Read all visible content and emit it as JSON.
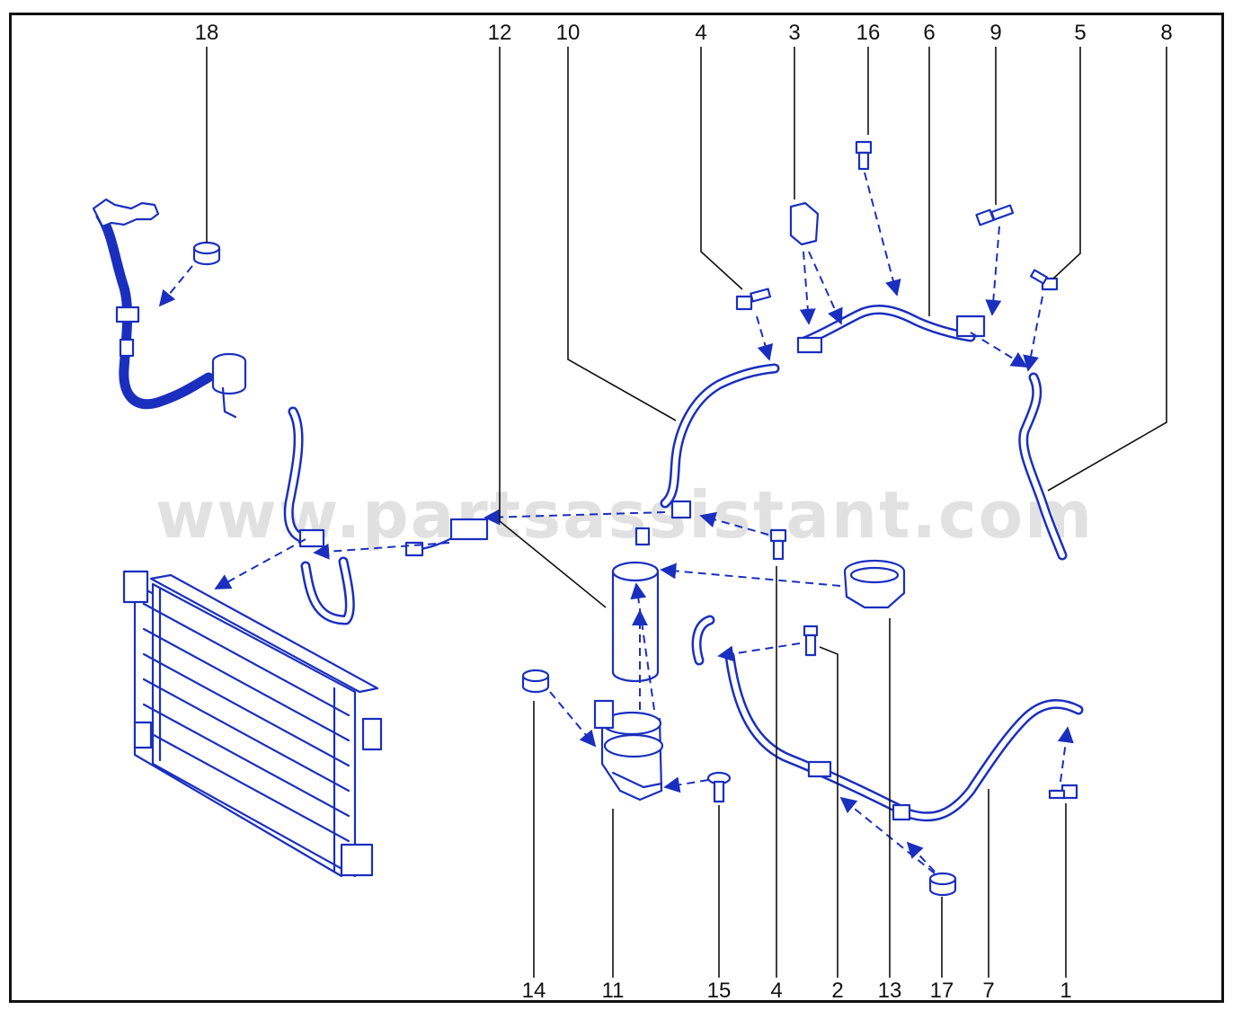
{
  "watermark": "www.partsassistant.com",
  "callouts": {
    "top": [
      "18",
      "12",
      "10",
      "4",
      "3",
      "16",
      "6",
      "9",
      "5",
      "8"
    ],
    "bottom": [
      "14",
      "11",
      "15",
      "4",
      "2",
      "13",
      "17",
      "7",
      "1"
    ]
  },
  "colors": {
    "line_art": "#1a2fbf",
    "labels": "#111111",
    "watermark": "#c8c8c8"
  }
}
